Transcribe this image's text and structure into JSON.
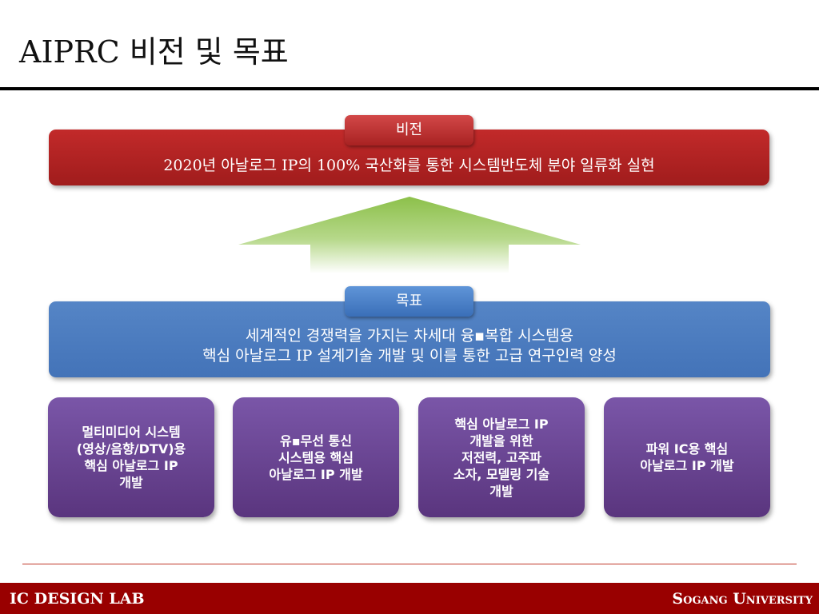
{
  "slide": {
    "title": "AIPRC 비전 및 목표"
  },
  "vision": {
    "tag": "비전",
    "text": "2020년 아날로그 IP의 100% 국산화를 통한 시스템반도체 분야 일류화 실현"
  },
  "goal": {
    "tag": "목표",
    "line1": "세계적인 경쟁력을 가지는 차세대 융▪복합 시스템용",
    "line2": "핵심 아날로그 IP 설계기술 개발 및 이를 통한 고급 연구인력 양성"
  },
  "cards": [
    {
      "text": "멀티미디어 시스템\n(영상/음향/DTV)용\n핵심 아날로그 IP\n개발"
    },
    {
      "text": "유▪무선 통신\n시스템용 핵심\n아날로그 IP 개발"
    },
    {
      "text": "핵심 아날로그 IP\n개발을 위한\n저전력, 고주파\n소자, 모델링 기술\n개발"
    },
    {
      "text": "파워 IC용 핵심\n아날로그 IP 개발"
    }
  ],
  "footer": {
    "left": "IC DESIGN LAB",
    "right": "Sogang University"
  },
  "colors": {
    "vision": "#b22222",
    "goal": "#4a7bbf",
    "card": "#6a4596",
    "arrow": "#8cc04a",
    "footer": "#990000"
  }
}
